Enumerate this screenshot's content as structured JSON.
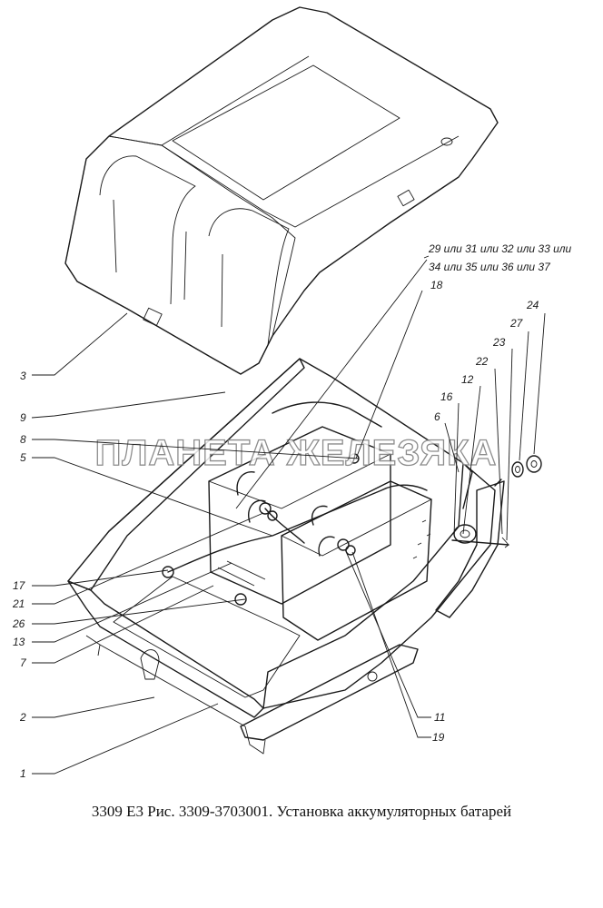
{
  "caption": "3309 Е3 Рис. 3309-3703001. Установка аккумуляторных батарей",
  "watermark": "ПЛАНЕТА ЖЕЛЕЗЯКА",
  "callouts": {
    "c29": "29 или 31 или 32 или 33 или",
    "c34": "34 или 35 или 36 или 37",
    "c18": "18",
    "c24": "24",
    "c27": "27",
    "c23": "23",
    "c22": "22",
    "c12": "12",
    "c16": "16",
    "c6": "6",
    "c3": "3",
    "c9": "9",
    "c8": "8",
    "c5": "5",
    "c17": "17",
    "c21": "21",
    "c26": "26",
    "c13": "13",
    "c7": "7",
    "c2": "2",
    "c1": "1",
    "c11": "11",
    "c19": "19"
  }
}
